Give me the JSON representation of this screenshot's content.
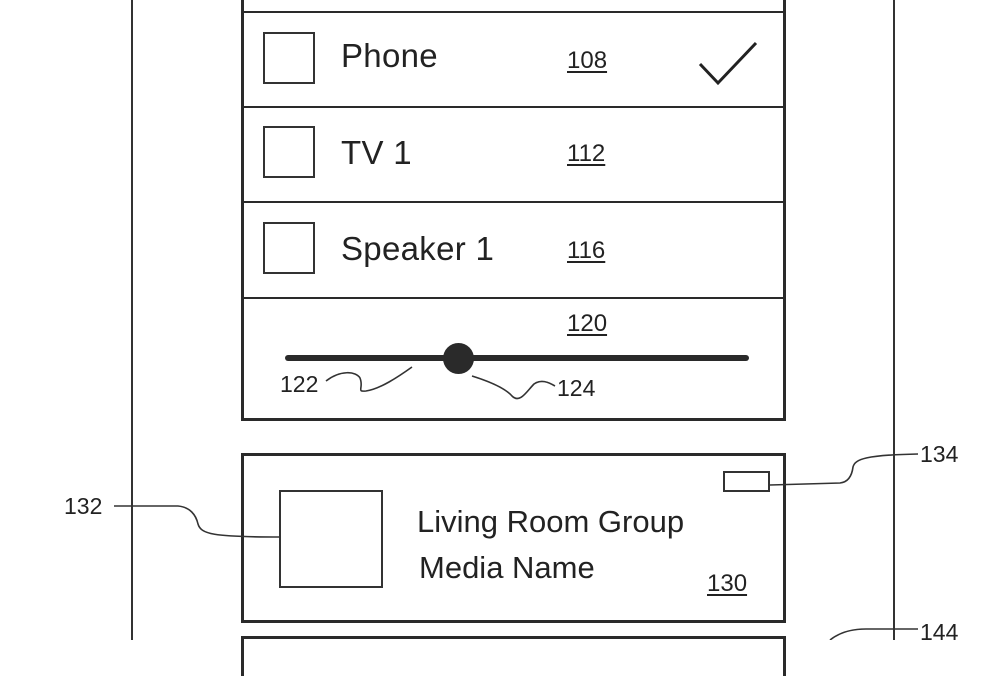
{
  "devices": [
    {
      "label": "Phone",
      "ref": "108",
      "checked": true
    },
    {
      "label": "TV 1",
      "ref": "112",
      "checked": false
    },
    {
      "label": "Speaker 1",
      "ref": "116",
      "checked": false
    }
  ],
  "volume": {
    "ref": "120",
    "track_ref": "122",
    "knob_ref": "124"
  },
  "now_playing": {
    "group_name": "Living Room Group",
    "media_name": "Media Name",
    "ref": "130",
    "artwork_ref": "132",
    "indicator_ref": "134"
  },
  "next_panel_ref": "144"
}
